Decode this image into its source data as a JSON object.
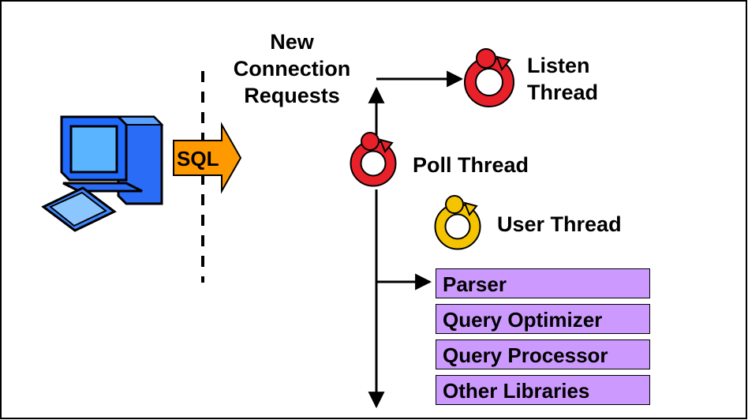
{
  "connection_label": [
    "New",
    "Connection",
    "Requests"
  ],
  "sql_label": "SQL",
  "listen_thread": [
    "Listen",
    "Thread"
  ],
  "poll_thread": "Poll Thread",
  "user_thread": "User Thread",
  "libraries": [
    "Parser",
    "Query Optimizer",
    "Query Processor",
    "Other Libraries"
  ],
  "colors": {
    "sql_arrow": "#ff9900",
    "library_box": "#cc99ff",
    "thread_red": "#e8202a",
    "thread_yellow": "#f5c400",
    "monitor_blue": "#0a66ff"
  },
  "icons": [
    "computer-icon",
    "listen-thread-icon",
    "poll-thread-icon",
    "user-thread-icon"
  ]
}
